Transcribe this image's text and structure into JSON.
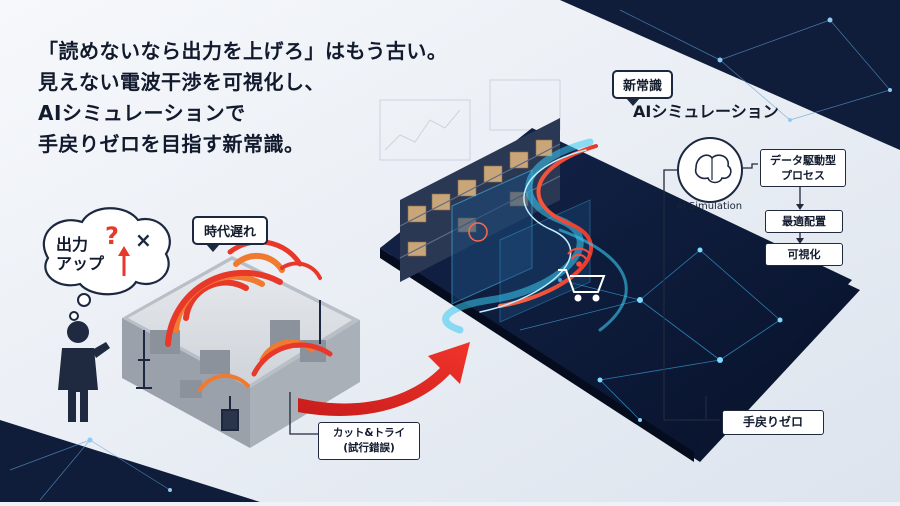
{
  "headline": {
    "line1": "「読めないなら出力を上げろ」はもう古い。",
    "line2": "見えない電波干渉を可視化し、",
    "line3": "AIシミュレーションで",
    "line4": "手戻りゼロを目指す新常識。"
  },
  "old_way": {
    "tag": "時代遅れ",
    "thought_line1": "出力",
    "thought_line2": "アップ",
    "thought_marks": {
      "question": "?",
      "cross": "×"
    },
    "trial_line1": "カット&トライ",
    "trial_line2": "(試行錯誤)"
  },
  "new_way": {
    "tag": "新常識",
    "title": "AIシミュレーション",
    "ai_label": "AI Simulation",
    "flow": {
      "step1_line1": "データ駆動型",
      "step1_line2": "プロセス",
      "step2": "最適配置",
      "step3": "可視化"
    },
    "result": "手戻りゼロ"
  },
  "colors": {
    "navy": "#0f1d3a",
    "red_signal": "#e8382a",
    "orange_signal": "#f07a30",
    "cyan_glow": "#38c8f0",
    "text_dark": "#121b2e"
  },
  "icons": [
    "brain-icon",
    "cart-icon",
    "wifi-icon",
    "antenna-icon",
    "person-icon",
    "shelf-icon"
  ]
}
